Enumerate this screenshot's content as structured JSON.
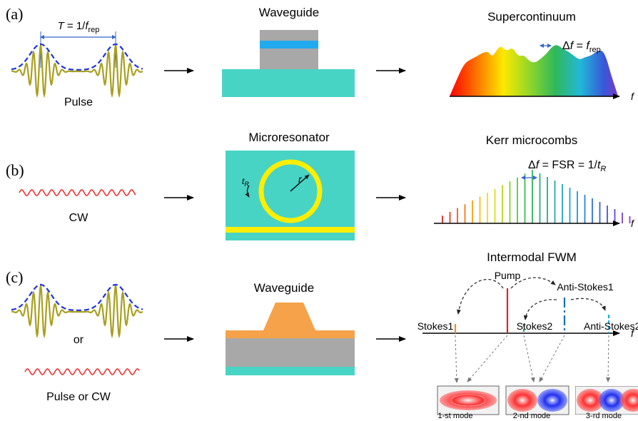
{
  "panels": {
    "a": {
      "tag": "(a)",
      "period_T": "T",
      "period_eq": " = 1/",
      "period_f": "f",
      "period_sub": "rep",
      "pulse_label": "Pulse",
      "device_title": "Waveguide",
      "output_title": "Supercontinuum",
      "spacing_delta": "Δ",
      "spacing_f": "f",
      "spacing_eq": " = ",
      "spacing_f2": "f",
      "spacing_sub": "rep",
      "axis_label": "f"
    },
    "b": {
      "tag": "(b)",
      "input_label": "CW",
      "device_title": "Microresonator",
      "t_label": "t",
      "t_sub": "R",
      "r_label": "r",
      "output_title": "Kerr microcombs",
      "spacing_delta": "Δ",
      "spacing_f": "f",
      "spacing_eq": "  = FSR = 1/",
      "spacing_t": "t",
      "spacing_t_sub": "R",
      "axis_label": "f"
    },
    "c": {
      "tag": "(c)",
      "or_label": "or",
      "input_label": "Pulse or CW",
      "device_title": "Waveguide",
      "output_title": "Intermodal FWM",
      "pump_label": "Pump",
      "anti_stokes1_label": "Anti-Stokes1",
      "anti_stokes2_label": "Anti-Stokes2",
      "stokes1_label": "Stokes1",
      "stokes2_label": "Stokes2",
      "mode1_label": "1-st mode",
      "mode2_label": "2-nd mode",
      "mode3_label": "3-rd mode",
      "axis_label": "f"
    }
  },
  "colors": {
    "pulse": "#a8a020",
    "envelope": "#2233dd",
    "cw": "#ee3333",
    "substrate": "#48d4c4",
    "cladding": "#a8a8a8",
    "core_blue": "#22aaee",
    "ridge_orange": "#f5a24a",
    "ring_yellow": "#ffee00",
    "pump": "#dd2222",
    "anti_stokes1": "#1a6fb0",
    "anti_stokes2": "#22a8dd",
    "stokes1": "#f08a2a",
    "stokes2": "#22aa55",
    "spacing_arrow": "#3366cc"
  }
}
